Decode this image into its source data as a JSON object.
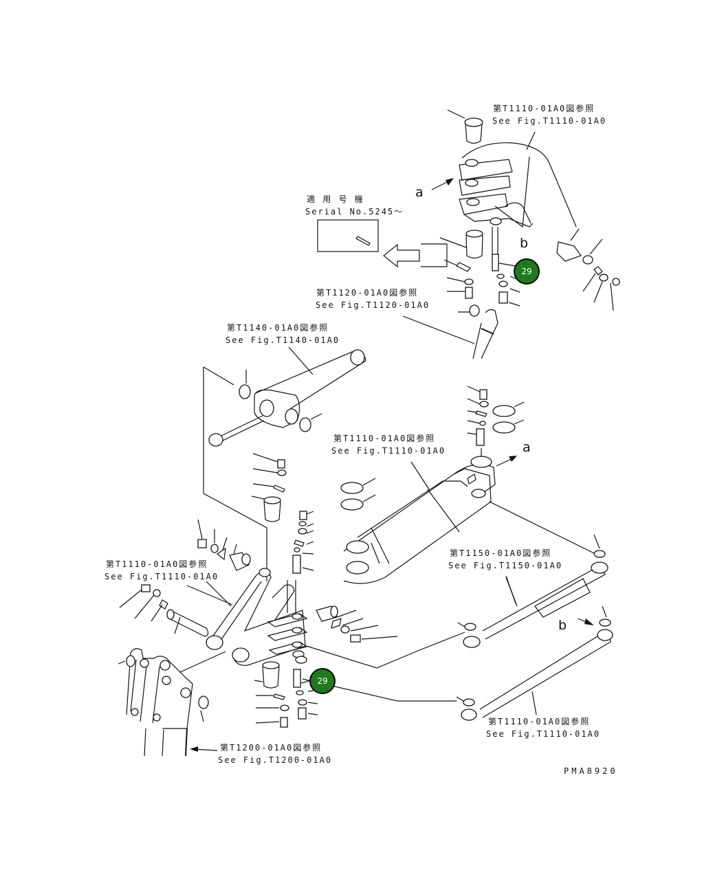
{
  "refs": {
    "r1_jp": "第T1110-01A0図参照",
    "r1_en": "See Fig.T1110-01A0",
    "r2_jp": "第T1120-01A0図参照",
    "r2_en": "See Fig.T1120-01A0",
    "r3_jp": "第T1140-01A0図参照",
    "r3_en": "See Fig.T1140-01A0",
    "r4_jp": "第T1110-01A0図参照",
    "r4_en": "See Fig.T1110-01A0",
    "r5_jp": "第T1110-01A0図参照",
    "r5_en": "See Fig.T1110-01A0",
    "r6_jp": "第T1150-01A0図参照",
    "r6_en": "See Fig.T1150-01A0",
    "r7_jp": "第T1110-01A0図参照",
    "r7_en": "See Fig.T1110-01A0",
    "r8_jp": "第T1200-01A0図参照",
    "r8_en": "See Fig.T1200-01A0"
  },
  "serial": {
    "jp": "適 用 号 機",
    "en": "Serial No.5245～"
  },
  "letters": {
    "a": "a",
    "b": "b"
  },
  "callouts": {
    "c1": "29",
    "c2": "29"
  },
  "drawing_no": "PMA8920"
}
